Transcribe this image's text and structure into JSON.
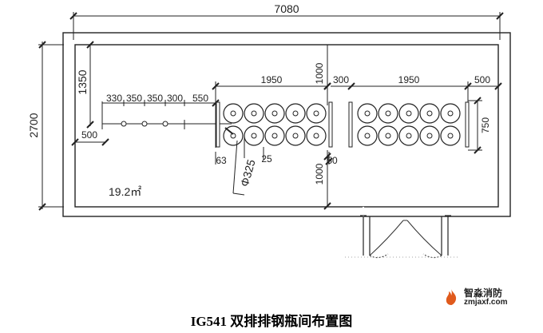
{
  "drawing": {
    "total_length": "7080",
    "room_width": "2700",
    "left_offset": "1350",
    "left_margin": "500",
    "pipe_spacings": [
      "330",
      "350",
      "350",
      "300"
    ],
    "pipe_gap": "550",
    "bank_length_1": "1950",
    "bank_length_2": "1950",
    "bank_gap": "300",
    "right_margin": "500",
    "bank_depth": "750",
    "top_clearance": "1000",
    "bottom_clearance": "1000",
    "detail_63": "63",
    "detail_25": "25",
    "detail_50": "50",
    "cylinder_diameter": "Φ325",
    "floor_area": "19.2㎡"
  },
  "caption": "IG541 双排排钢瓶间布置图",
  "logo": {
    "name": "智淼消防",
    "url": "zmjaxf.com",
    "accent_color": "#e05a1c"
  }
}
